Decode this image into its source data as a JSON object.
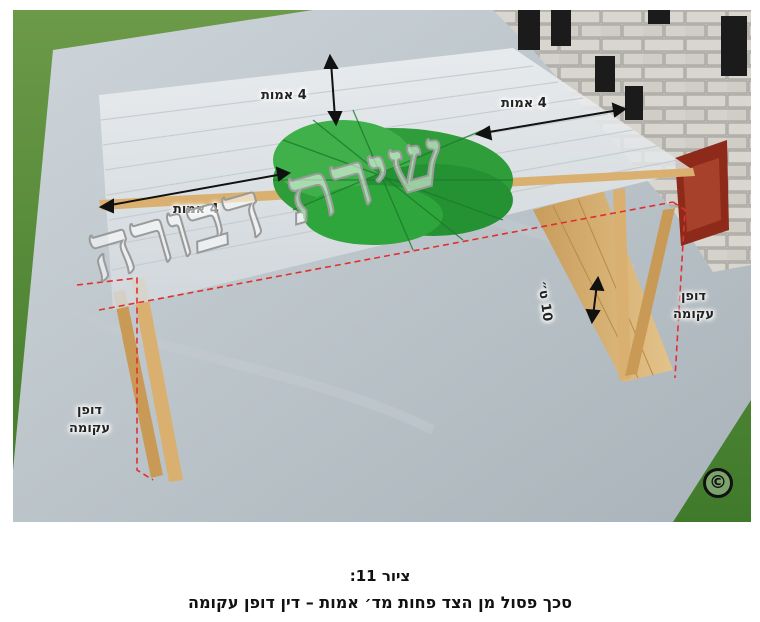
{
  "figure": {
    "dimensions": {
      "width_top_left": "4 אמות",
      "width_top_right": "4 אמות",
      "depth_top": "4 אמות",
      "gap_height": "10 ט״"
    },
    "side_label_left": "דופן\nעקומה",
    "side_label_right": "דופן\nעקומה",
    "watermark": "שירת דבורה",
    "copyright_symbol": "©"
  },
  "caption": {
    "number": "ציור 11:",
    "text": "סכך פסול מן הצד פחות מד׳ אמות – דין דופן עקומה"
  },
  "colors": {
    "grass": "#5a8a3a",
    "pavement": "#b9c2c8",
    "sechach": "#2e9d3a",
    "wood": "#d9b070",
    "roof_panel": "#e6eaee",
    "dashed_line": "#e03030"
  }
}
